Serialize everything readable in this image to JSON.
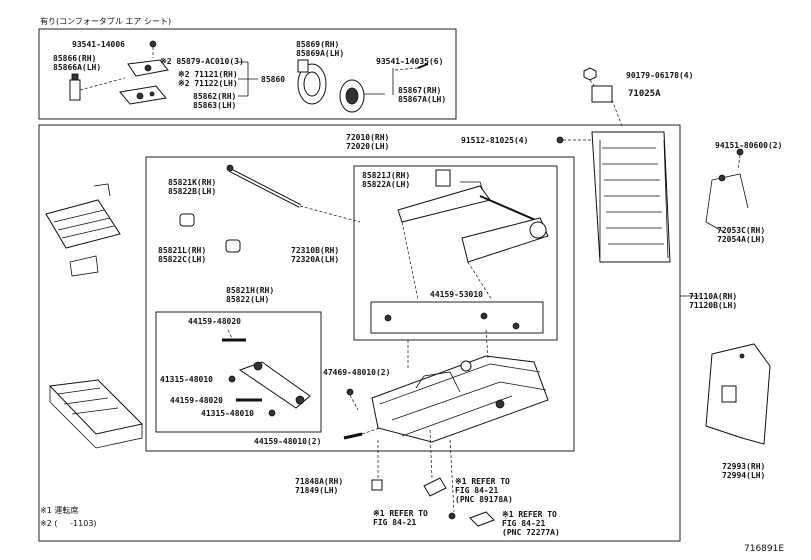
{
  "header": {
    "title": "有り(コンフォータブル エア シート)"
  },
  "labels": {
    "p93541_14006": "93541-14006",
    "p85866_rh": "85866(RH)",
    "p85866a_lh": "85866A(LH)",
    "p85879": "※2 85879-AC010(3)",
    "p71121": "※2 71121(RH)",
    "p71122": "※2 71122(LH)",
    "p85860": "85860",
    "p85862_rh": "85862(RH)",
    "p85863_lh": "85863(LH)",
    "p85869_rh": "85869(RH)",
    "p85869a_lh": "85869A(LH)",
    "p93541_14035": "93541-14035(6)",
    "p85867_rh": "85867(RH)",
    "p85867a_lh": "85867A(LH)",
    "p90179": "90179-06178(4)",
    "p71025a": "71025A",
    "p91512": "91512-81025(4)",
    "p72010_rh": "72010(RH)",
    "p72020_lh": "72020(LH)",
    "p94151": "94151-80600(2)",
    "p85821k_rh": "85821K(RH)",
    "p85822b_lh": "85822B(LH)",
    "p85821j_rh": "85821J(RH)",
    "p85822a_lh": "85822A(LH)",
    "p72053c_rh": "72053C(RH)",
    "p72054a_lh": "72054A(LH)",
    "p85821l_rh": "85821L(RH)",
    "p85822c_lh": "85822C(LH)",
    "p72310b_rh": "72310B(RH)",
    "p72320a_lh": "72320A(LH)",
    "p44159_53010": "44159-53010",
    "p85821h_rh": "85821H(RH)",
    "p85822_lh": "85822(LH)",
    "p71110a_rh": "71110A(RH)",
    "p71120b_lh": "71120B(LH)",
    "p44159_48020a": "44159-48020",
    "p41315_48010a": "41315-48010",
    "p44159_48020b": "44159-48020",
    "p41315_48010b": "41315-48010",
    "p47469": "47469-48010(2)",
    "p44159_48010": "44159-48010(2)",
    "p72993_rh": "72993(RH)",
    "p72994_lh": "72994(LH)",
    "p71848a_rh": "71848A(RH)",
    "p71849_lh": "71849(LH)",
    "ref1_a": "※1 REFER TO",
    "ref1_b": "FIG 84-21",
    "ref1_c": "(PNC 89178A)",
    "ref2_a": "※1 REFER TO",
    "ref2_b": "FIG 84-21",
    "ref3_a": "※1 REFER TO",
    "ref3_b": "FIG 84-21",
    "ref3_c": "(PNC 72277A)"
  },
  "footnotes": {
    "note1": "※1 運転席",
    "note2": "※2 (     -1103)"
  },
  "figure_id": "716891E"
}
